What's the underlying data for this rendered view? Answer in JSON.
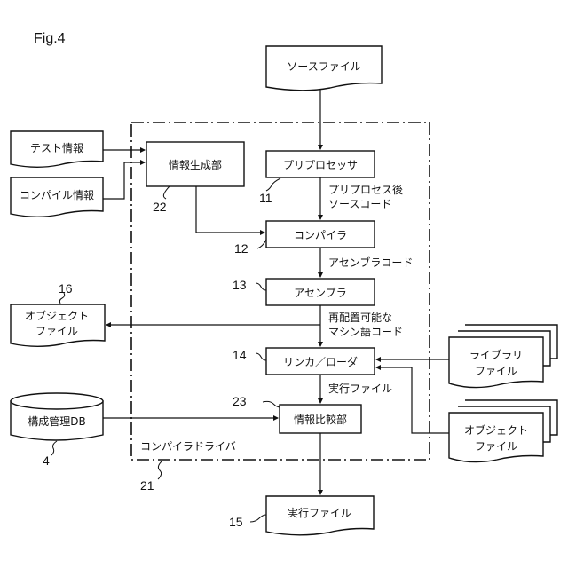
{
  "figure_label": "Fig.4",
  "container": {
    "label": "コンパイラドライバ",
    "ref": "21"
  },
  "nodes": {
    "source_file": {
      "label": "ソースファイル"
    },
    "preprocessor": {
      "label": "プリプロセッサ",
      "ref": "11"
    },
    "compiler": {
      "label": "コンパイラ",
      "ref": "12"
    },
    "assembler": {
      "label": "アセンブラ",
      "ref": "13"
    },
    "linker_loader": {
      "label": "リンカ／ローダ",
      "ref": "14"
    },
    "info_compare": {
      "label": "情報比較部",
      "ref": "23"
    },
    "exec_file": {
      "label": "実行ファイル",
      "ref": "15"
    },
    "test_info": {
      "label": "テスト情報"
    },
    "compile_info": {
      "label": "コンパイル情報"
    },
    "info_gen": {
      "label": "情報生成部",
      "ref": "22"
    },
    "object_file_out": {
      "line1": "オブジェクト",
      "line2": "ファイル",
      "ref": "16"
    },
    "config_db": {
      "label": "構成管理DB",
      "ref": "4"
    },
    "library_files": {
      "line1": "ライブラリ",
      "line2": "ファイル"
    },
    "object_files_in": {
      "line1": "オブジェクト",
      "line2": "ファイル"
    }
  },
  "edge_labels": {
    "pre_to_comp_1": "プリプロセス後",
    "pre_to_comp_2": "ソースコード",
    "comp_to_asm": "アセンブラコード",
    "asm_to_link_1": "再配置可能な",
    "asm_to_link_2": "マシン語コード",
    "link_to_cmp": "実行ファイル"
  }
}
